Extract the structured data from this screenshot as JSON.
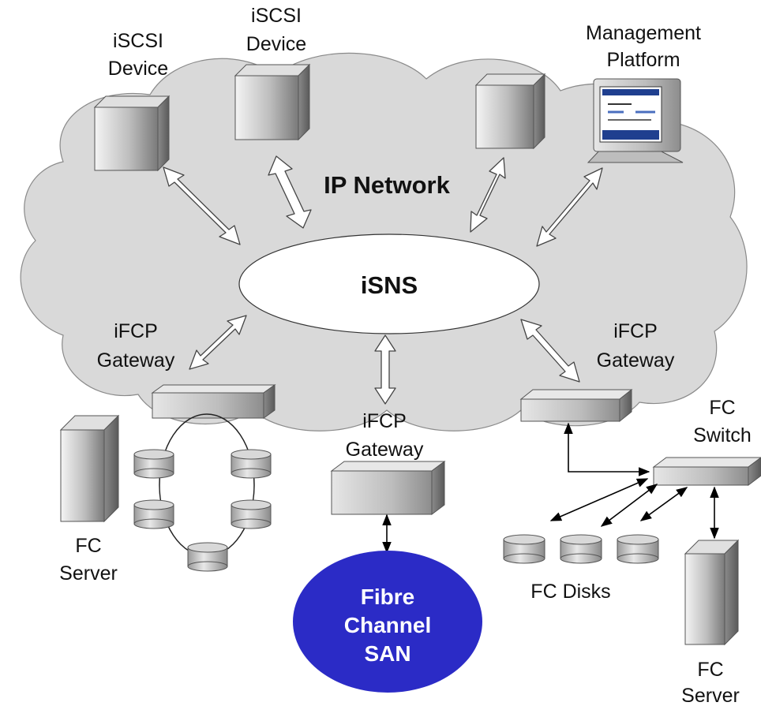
{
  "labels": {
    "iscsi_device_left": [
      "iSCSI",
      "Device"
    ],
    "iscsi_device_mid": [
      "iSCSI",
      "Device"
    ],
    "management_platform": [
      "Management",
      "Platform"
    ],
    "ip_network": "IP Network",
    "isns": "iSNS",
    "ifcp_gateway_left": [
      "iFCP",
      "Gateway"
    ],
    "ifcp_gateway_center": [
      "iFCP",
      "Gateway"
    ],
    "ifcp_gateway_right": [
      "iFCP",
      "Gateway"
    ],
    "fc_switch": [
      "FC",
      "Switch"
    ],
    "fc_server_left": [
      "FC",
      "Server"
    ],
    "fc_server_right": [
      "FC",
      "Server"
    ],
    "fc_disks": "FC Disks",
    "fibre_channel_san": [
      "Fibre",
      "Channel",
      "SAN"
    ]
  },
  "colors": {
    "cloud": "#d9d9d9",
    "san": "#2b2bc6",
    "san_text": "#ffffff"
  }
}
